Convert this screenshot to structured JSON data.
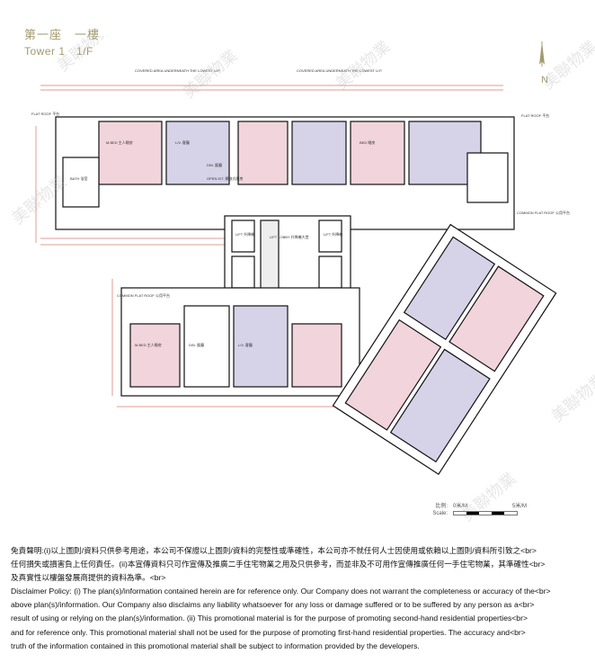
{
  "header": {
    "title_zh": "第一座　一樓",
    "title_en": "Tower 1　1/F"
  },
  "compass": {
    "label": "N"
  },
  "plan": {
    "labels": [
      "COVERED AREA UNDERNEATH THE LOWEST U.P.",
      "FLAT ROOF 平台",
      "COMMON FLAT ROOF 公用平台",
      "LIFT LOBBY 升降機大堂",
      "LIFT 升降機",
      "M.BED 主人睡房",
      "L/V. 客廳",
      "DIN. 飯廳",
      "BED 睡房",
      "OPEN KIT. 開放式廚房",
      "BATH 浴室"
    ],
    "colors": {
      "unit_pink": "#f1d4dc",
      "unit_purple": "#d6d2e8",
      "wall": "#111111",
      "dim": "#c0392b"
    },
    "watermark": "美聯物業"
  },
  "scale": {
    "label_zh": "比例:",
    "label_en": "Scale:",
    "start": "0米/M",
    "end": "5米/M"
  },
  "disclaimer": {
    "lines": [
      "免責聲明:(i)以上圖則/資料只供參考用途，本公司不保證以上圖則/資料的完整性或準確性，本公司亦不就任何人士因使用或依賴以上圖則/資料所引致之<br>",
      "任何損失或損害負上任何責任。(ii)本宣傳資料只可作宣傳及推廣二手住宅物業之用及只供參考，而並非及不可用作宣傳推廣任何一手住宅物業，其準確性<br>",
      "及真實性以樓盤發展商提供的資料為準。<br>",
      "Disclaimer Policy: (i) The plan(s)/information contained herein are for reference only. Our Company does not warrant the completeness or accuracy of the<br>",
      "above plan(s)/information. Our Company also disclaims any liability whatsoever for any loss or damage suffered or to be suffered by any person as a<br>",
      "result of using or relying on the plan(s)/information. (ii) This promotional material is for the purpose of promoting second-hand residential properties<br>",
      "and for reference only. This promotional material shall not be used for the purpose of promoting first-hand residential properties. The accuracy and<br>",
      "truth of the information contained in this promotional material shall be subject to information provided by the developers."
    ]
  }
}
